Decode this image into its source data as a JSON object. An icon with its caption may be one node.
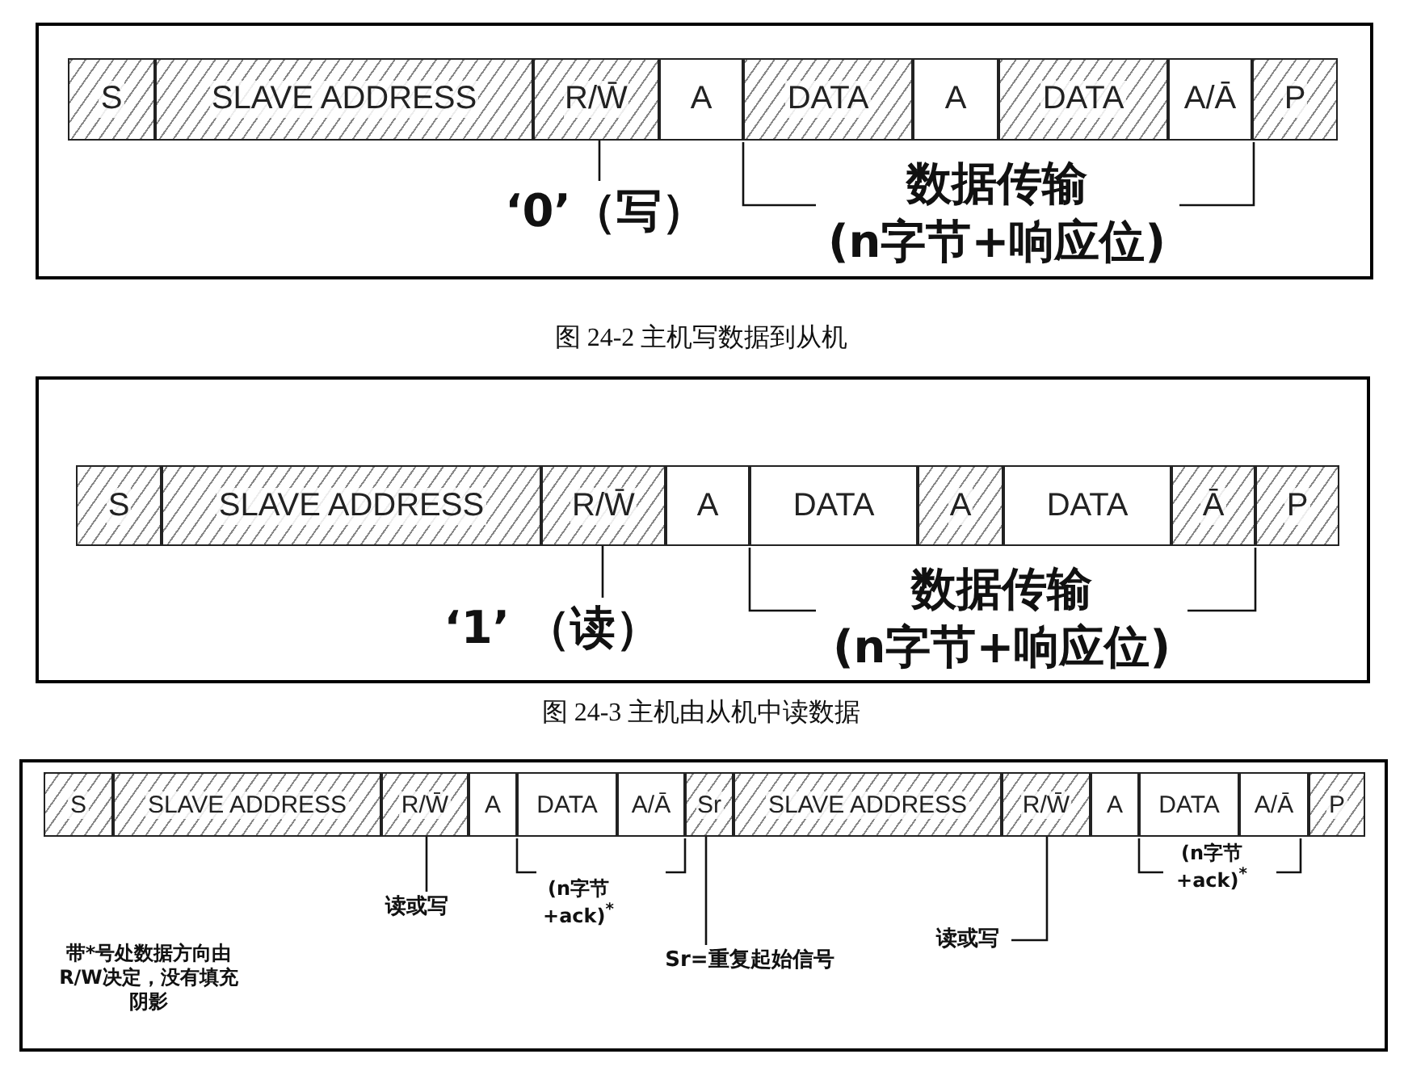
{
  "diagram": {
    "nodes": [
      {
        "text": [
          "S"
        ]
      },
      {
        "text": [
          "SLAVE ADDRESS"
        ]
      },
      {
        "text": [
          "R/W̄"
        ]
      },
      {
        "text": [
          "A"
        ]
      },
      {
        "text": [
          "DATA"
        ]
      },
      {
        "text": [
          "A"
        ]
      },
      {
        "text": [
          "DATA"
        ]
      },
      {
        "text": [
          "A/Ā"
        ]
      },
      {
        "text": [
          "P"
        ]
      },
      {
        "text": [
          "‘0’（写）"
        ]
      },
      {
        "text": [
          "S"
        ]
      },
      {
        "text": [
          "SLAVE ADDRESS"
        ]
      },
      {
        "text": [
          "R/W̄"
        ]
      },
      {
        "text": [
          "A"
        ]
      },
      {
        "text": [
          "DATA"
        ]
      },
      {
        "text": [
          "A"
        ]
      },
      {
        "text": [
          "DATA"
        ]
      },
      {
        "text": [
          "Ā"
        ]
      },
      {
        "text": [
          "P"
        ]
      },
      {
        "text": [
          "‘1’ （读）"
        ]
      },
      {
        "text": [
          "S"
        ]
      },
      {
        "text": [
          "SLAVE ADDRESS"
        ]
      },
      {
        "text": [
          "R/W̄"
        ]
      },
      {
        "text": [
          "A"
        ]
      },
      {
        "text": [
          "DATA"
        ]
      },
      {
        "text": [
          "A/Ā"
        ]
      },
      {
        "text": [
          "Sr"
        ]
      },
      {
        "text": [
          "SLAVE ADDRESS"
        ]
      },
      {
        "text": [
          "R/W̄"
        ]
      },
      {
        "text": [
          "A"
        ]
      },
      {
        "text": [
          "DATA"
        ]
      },
      {
        "text": [
          "A/Ā"
        ]
      },
      {
        "text": [
          "P"
        ]
      },
      {
        "text": [
          "读或写"
        ]
      },
      {
        "text": [
          "Sr=重复起始信号"
        ]
      },
      {
        "text": [
          "读或写"
        ]
      }
    ],
    "edges": [
      {
        "from": 9,
        "to": 2,
        "arrow": "none"
      },
      {
        "from": 19,
        "to": 12,
        "arrow": "none"
      },
      {
        "from": 33,
        "to": 22,
        "arrow": "none"
      },
      {
        "from": 34,
        "to": 26,
        "arrow": "none"
      },
      {
        "from": 35,
        "to": 28,
        "arrow": "none"
      }
    ],
    "labels": [
      "数据传输",
      "(n字节+响应位)",
      "图 24-2 主机写数据到从机",
      "数据传输",
      "(n字节+响应位)",
      "图 24-3 主机由从机中读数据",
      "(n字节 +ack)$^{*}$",
      "带*号处数据方向由R/W决定，没有填充阴影",
      "(n字节 +ack)$^{*}$"
    ]
  }
}
